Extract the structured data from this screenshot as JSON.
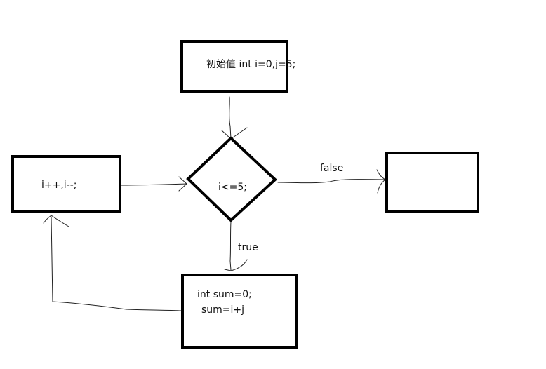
{
  "diagram": {
    "nodes": {
      "init": {
        "label": "初始值 int i=0,j=5;"
      },
      "condition": {
        "label": "i<=5;"
      },
      "increment": {
        "label": "i++,i--;"
      },
      "body": {
        "line1": "int sum=0;",
        "line2": "sum=i+j"
      },
      "end": {
        "label": ""
      }
    },
    "edges": {
      "true_label": "true",
      "false_label": "false"
    }
  }
}
